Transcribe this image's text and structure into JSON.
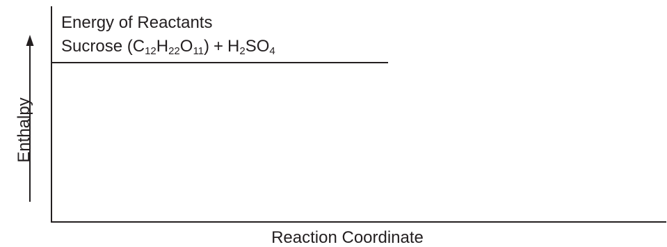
{
  "diagram": {
    "y_axis_label": "Enthalpy",
    "x_axis_label": "Reaction Coordinate",
    "reactants": {
      "title": "Energy of Reactants",
      "sucrose": {
        "name": "Sucrose",
        "open_paren": "(",
        "c": "C",
        "c_sub": "12",
        "h": "H",
        "h_sub": "22",
        "o": "O",
        "o_sub": "11",
        "close_paren": ")"
      },
      "plus": "+",
      "acid": {
        "h": "H",
        "h_sub": "2",
        "so": "SO",
        "so_sub": "4"
      }
    },
    "colors": {
      "ink": "#231f20",
      "background": "#ffffff"
    },
    "icons": {
      "y_axis_arrow": "arrow-up-icon"
    }
  }
}
